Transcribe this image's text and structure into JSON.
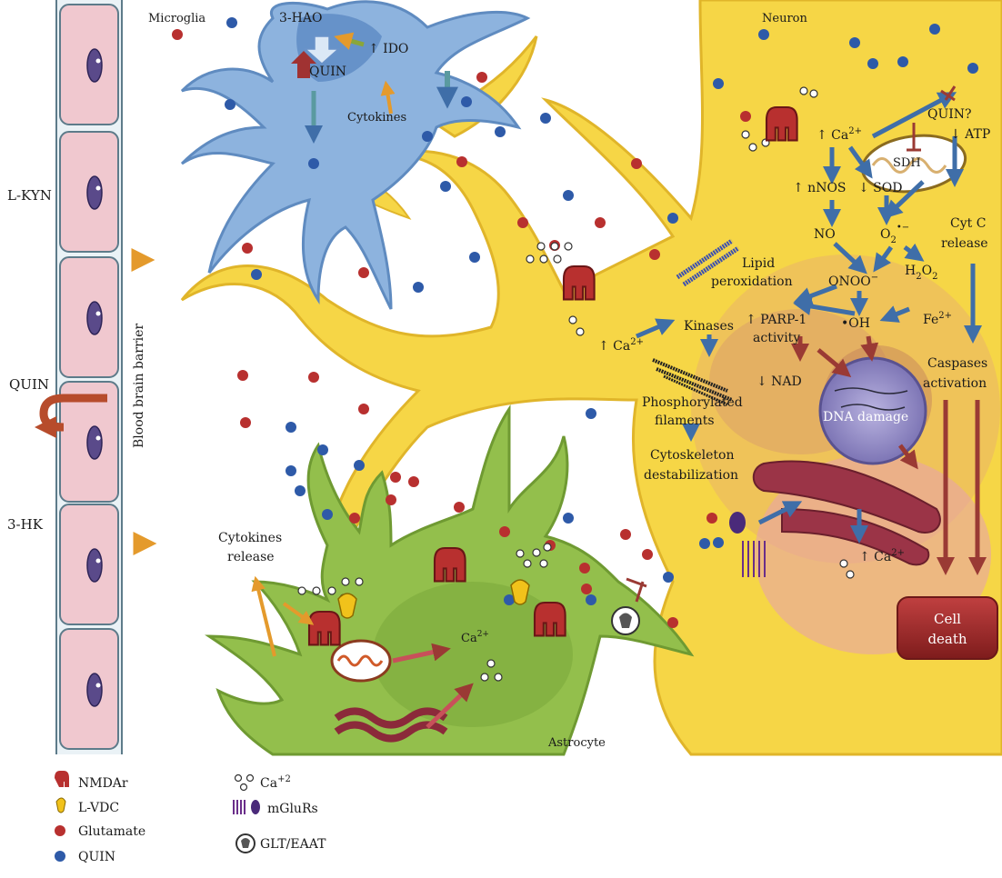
{
  "labels": {
    "microglia": "Microglia",
    "neuron": "Neuron",
    "astrocyte": "Astrocyte",
    "bbb": "Blood brain barrier",
    "lkyn": "L-KYN",
    "quin_left": "QUIN",
    "hk3": "3-HK",
    "hao3": "3-HAO",
    "ido": "↑ IDO",
    "quin_microglia": "QUIN",
    "cytokines": "Cytokines",
    "cytokines_release_1": "Cytokines",
    "cytokines_release_2": "release",
    "ca_neuron_top": "↑ Ca",
    "ca_sup": "2+",
    "quin_q": "QUIN?",
    "atp": "↓ ATP",
    "sdh": "SDH",
    "nnos": "↑ nNOS",
    "sod": "↓ SOD",
    "no": "NO",
    "o2": "O",
    "o2_sub": "2",
    "o2_sup": "•−",
    "cytc_1": "Cyt C",
    "cytc_2": "release",
    "lipid_1": "Lipid",
    "lipid_2": "peroxidation",
    "onoo": "ONOO",
    "onoo_sup": "−",
    "h2o2_h": "H",
    "h2o2_2a": "2",
    "h2o2_o": "O",
    "h2o2_2b": "2",
    "fe": "Fe",
    "fe_sup": "2+",
    "oh": "•OH",
    "kinases": "Kinases",
    "parp_1": "↑ PARP-1",
    "parp_2": "activity",
    "ca_process": "↑ Ca",
    "nad": "↓ NAD",
    "caspases_1": "Caspases",
    "caspases_2": "activation",
    "phos_1": "Phosphorylated",
    "phos_2": "filaments",
    "dna": "DNA damage",
    "cyto_1": "Cytoskeleton",
    "cyto_2": "destabilization",
    "ca_bottom": "↑ Ca",
    "cell_death_1": "Cell",
    "cell_death_2": "death",
    "ca_astro": "Ca",
    "ca_astro_sup": "2+"
  },
  "legend": [
    {
      "key": "nmdar",
      "label": "NMDAr"
    },
    {
      "key": "lvdc",
      "label": "L-VDC"
    },
    {
      "key": "glutamate",
      "label": "Glutamate"
    },
    {
      "key": "quin",
      "label": "QUIN"
    },
    {
      "key": "ca",
      "label": "Ca",
      "sup": "+2"
    },
    {
      "key": "mglurs",
      "label": "mGluRs"
    },
    {
      "key": "glt",
      "label": "GLT/EAAT"
    }
  ],
  "colors": {
    "glutamate": "#b8302f",
    "quin": "#2e5aa8",
    "neuron": "#f6d646",
    "microglia": "#8db3de",
    "astrocyte": "#93bf4c",
    "bbb_cell": "#f0c8cf",
    "arrow_blue": "#3f6ea8",
    "arrow_red": "#9a3a34",
    "arrow_orange": "#e49a2c",
    "cell_death": "#a32d2b"
  }
}
